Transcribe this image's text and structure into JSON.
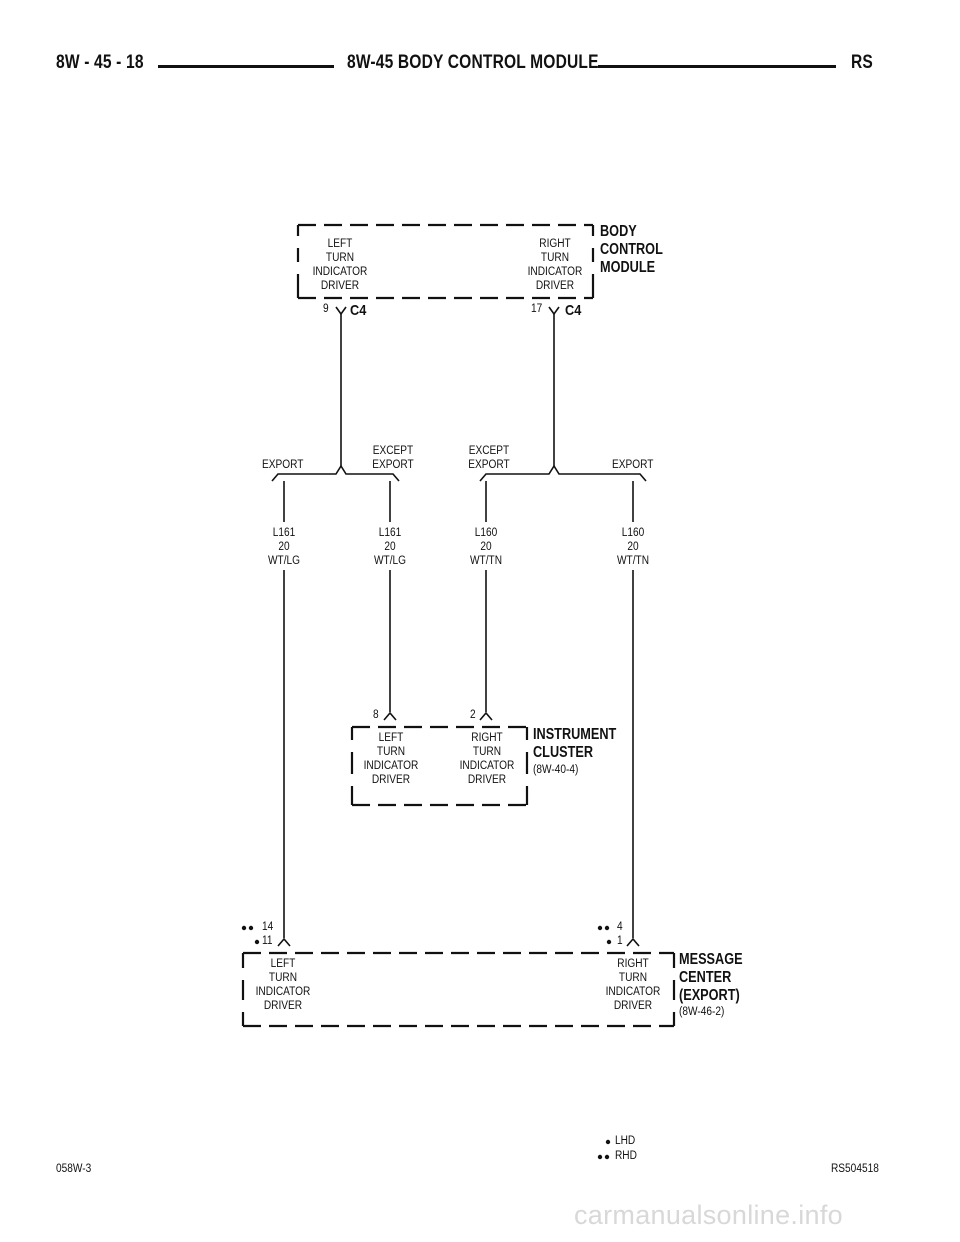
{
  "header": {
    "page_number": "8W - 45 - 18",
    "title": "8W-45 BODY CONTROL MODULE",
    "model": "RS"
  },
  "bcm": {
    "name_lines": [
      "BODY",
      "CONTROL",
      "MODULE"
    ],
    "left_label_lines": [
      "LEFT",
      "TURN",
      "INDICATOR",
      "DRIVER"
    ],
    "right_label_lines": [
      "RIGHT",
      "TURN",
      "INDICATOR",
      "DRIVER"
    ],
    "left_pin": "9",
    "right_pin": "17",
    "connector": "C4"
  },
  "splices": {
    "export_left": "EXPORT",
    "except_export_left": [
      "EXCEPT",
      "EXPORT"
    ],
    "except_export_right": [
      "EXCEPT",
      "EXPORT"
    ],
    "export_right": "EXPORT"
  },
  "wires": [
    {
      "circuit": "L161",
      "gauge": "20",
      "color": "WT/LG"
    },
    {
      "circuit": "L161",
      "gauge": "20",
      "color": "WT/LG"
    },
    {
      "circuit": "L160",
      "gauge": "20",
      "color": "WT/TN"
    },
    {
      "circuit": "L160",
      "gauge": "20",
      "color": "WT/TN"
    }
  ],
  "instrument_cluster": {
    "name_lines": [
      "INSTRUMENT",
      "CLUSTER"
    ],
    "ref": "(8W-40-4)",
    "left_pin": "8",
    "right_pin": "2",
    "left_label_lines": [
      "LEFT",
      "TURN",
      "INDICATOR",
      "DRIVER"
    ],
    "right_label_lines": [
      "RIGHT",
      "TURN",
      "INDICATOR",
      "DRIVER"
    ]
  },
  "message_center": {
    "name_lines": [
      "MESSAGE",
      "CENTER",
      "(EXPORT)"
    ],
    "ref": "(8W-46-2)",
    "left_pin_rhd": "14",
    "left_pin_lhd": "11",
    "right_pin_rhd": "4",
    "right_pin_lhd": "1",
    "left_label_lines": [
      "LEFT",
      "TURN",
      "INDICATOR",
      "DRIVER"
    ],
    "right_label_lines": [
      "RIGHT",
      "TURN",
      "INDICATOR",
      "DRIVER"
    ]
  },
  "legend": {
    "lhd": "LHD",
    "rhd": "RHD"
  },
  "footer": {
    "left_code": "058W-3",
    "right_code": "RS504518"
  },
  "watermark": "carmanualsonline.info"
}
